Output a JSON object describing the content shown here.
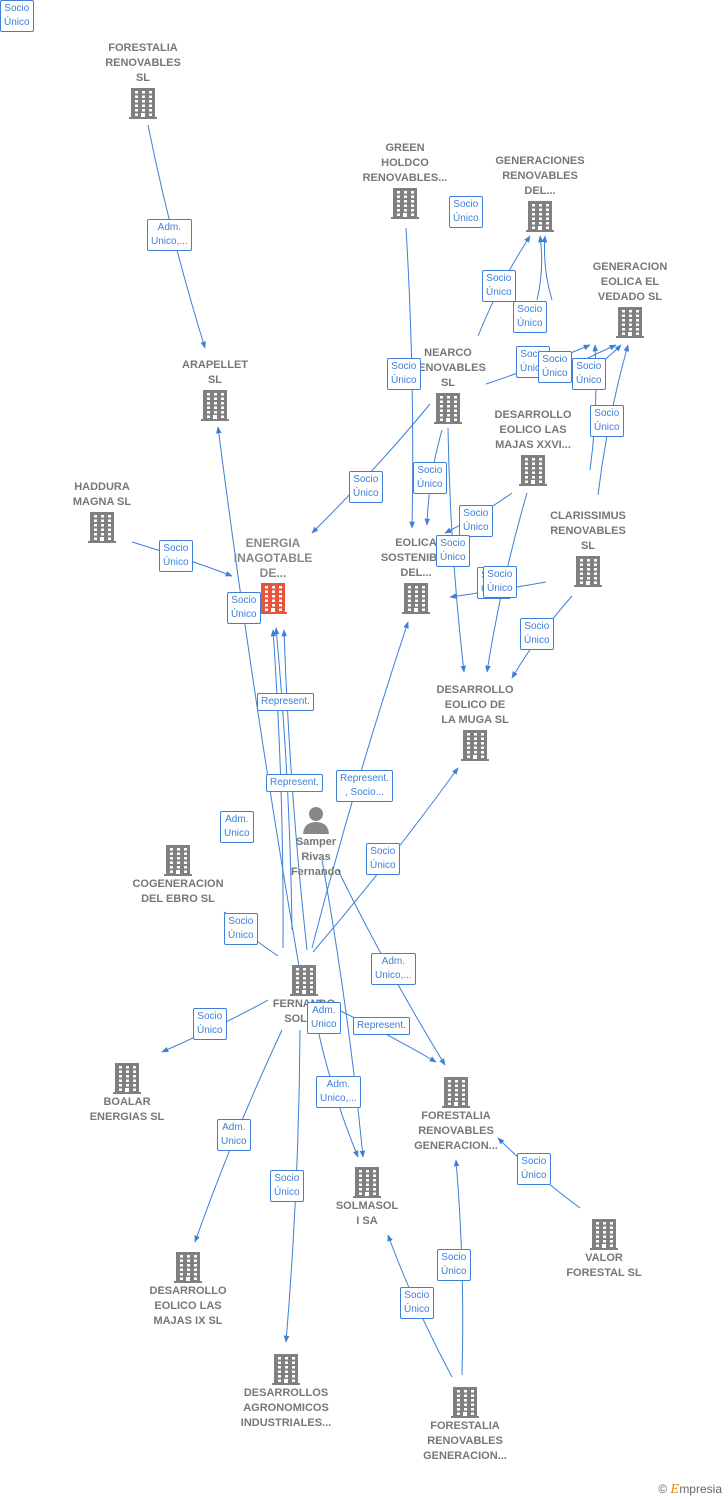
{
  "nodes": [
    {
      "id": "forestalia",
      "label": "FORESTALIA\nRENOVABLES\nSL",
      "kind": "company"
    },
    {
      "id": "arapellet",
      "label": "ARAPELLET\nSL",
      "kind": "company"
    },
    {
      "id": "green",
      "label": "GREEN\nHOLDCO\nRENOVABLES...",
      "kind": "company"
    },
    {
      "id": "generaciones",
      "label": "GENERACIONES\nRENOVABLES\nDEL...",
      "kind": "company"
    },
    {
      "id": "vedado",
      "label": "GENERACION\nEOLICA EL\nVEDADO SL",
      "kind": "company"
    },
    {
      "id": "nearco",
      "label": "NEARCO\nRENOVABLES\nSL",
      "kind": "company"
    },
    {
      "id": "majasxxvi",
      "label": "DESARROLLO\nEOLICO LAS\nMAJAS XXVI...",
      "kind": "company"
    },
    {
      "id": "haddura",
      "label": "HADDURA\nMAGNA  SL",
      "kind": "company"
    },
    {
      "id": "energia",
      "label": "ENERGIA\nINAGOTABLE\nDE...",
      "kind": "main"
    },
    {
      "id": "eolica",
      "label": "EOLICA\nSOSTENIBLE\nDEL...",
      "kind": "company"
    },
    {
      "id": "clarissimus",
      "label": "CLARISSIMUS\nRENOVABLES\nSL",
      "kind": "company"
    },
    {
      "id": "muga",
      "label": "DESARROLLO\nEOLICO DE\nLA MUGA SL",
      "kind": "company"
    },
    {
      "id": "person",
      "label": "Samper\nRivas\nFernando",
      "kind": "person"
    },
    {
      "id": "cogeneracion",
      "label": "COGENERACION\nDEL EBRO  SL",
      "kind": "company"
    },
    {
      "id": "fernasol",
      "label": "FERNANDO\nSOL SL",
      "kind": "company"
    },
    {
      "id": "boalar",
      "label": "BOALAR\nENERGIAS  SL",
      "kind": "company"
    },
    {
      "id": "frgen1",
      "label": "FORESTALIA\nRENOVABLES\nGENERACION...",
      "kind": "company"
    },
    {
      "id": "solmasol",
      "label": "SOLMASOL\nI SA",
      "kind": "company"
    },
    {
      "id": "valor",
      "label": "VALOR\nFORESTAL SL",
      "kind": "company"
    },
    {
      "id": "majasix",
      "label": "DESARROLLO\nEOLICO LAS\nMAJAS IX  SL",
      "kind": "company"
    },
    {
      "id": "agronomicos",
      "label": "DESARROLLOS\nAGRONOMICOS\nINDUSTRIALES...",
      "kind": "company"
    },
    {
      "id": "frgen2",
      "label": "FORESTALIA\nRENOVABLES\nGENERACION...",
      "kind": "company"
    }
  ],
  "badges": [
    "Adm.\nUnico,...",
    "Socio\nÚnico",
    "Socio\nÚnico",
    "Socio\nÚnico",
    "Socio\nÚnico",
    "Socio\nÚnico",
    "Socio\nÚnico",
    "Socio\nÚnico",
    "Socio\nÚnico",
    "Socio\nÚnico",
    "Socio\nÚnico",
    "Socio\nÚnico",
    "Socio\nÚnico",
    "Socio\nÚnico",
    "Socio\nÚnico",
    "Socio\nÚnico",
    "Socio\nÚnico",
    "Socio\nÚnico",
    "Represent.",
    "Represent.",
    "Adm.\nUnico",
    "Represent.\n, Socio...",
    "Socio\nÚnico",
    "Socio\nÚnico",
    "Adm.\nUnico,...",
    "Adm.\nUnico",
    "Represent.",
    "Adm.\nUnico,...",
    "Socio\nÚnico",
    "Adm.\nUnico",
    "Socio\nÚnico",
    "Socio\nÚnico",
    "Socio\nÚnico",
    "Socio\nÚnico",
    "Socio\nÚnico"
  ],
  "brand": {
    "copyright": "©",
    "e": "E",
    "rest": "mpresia"
  }
}
